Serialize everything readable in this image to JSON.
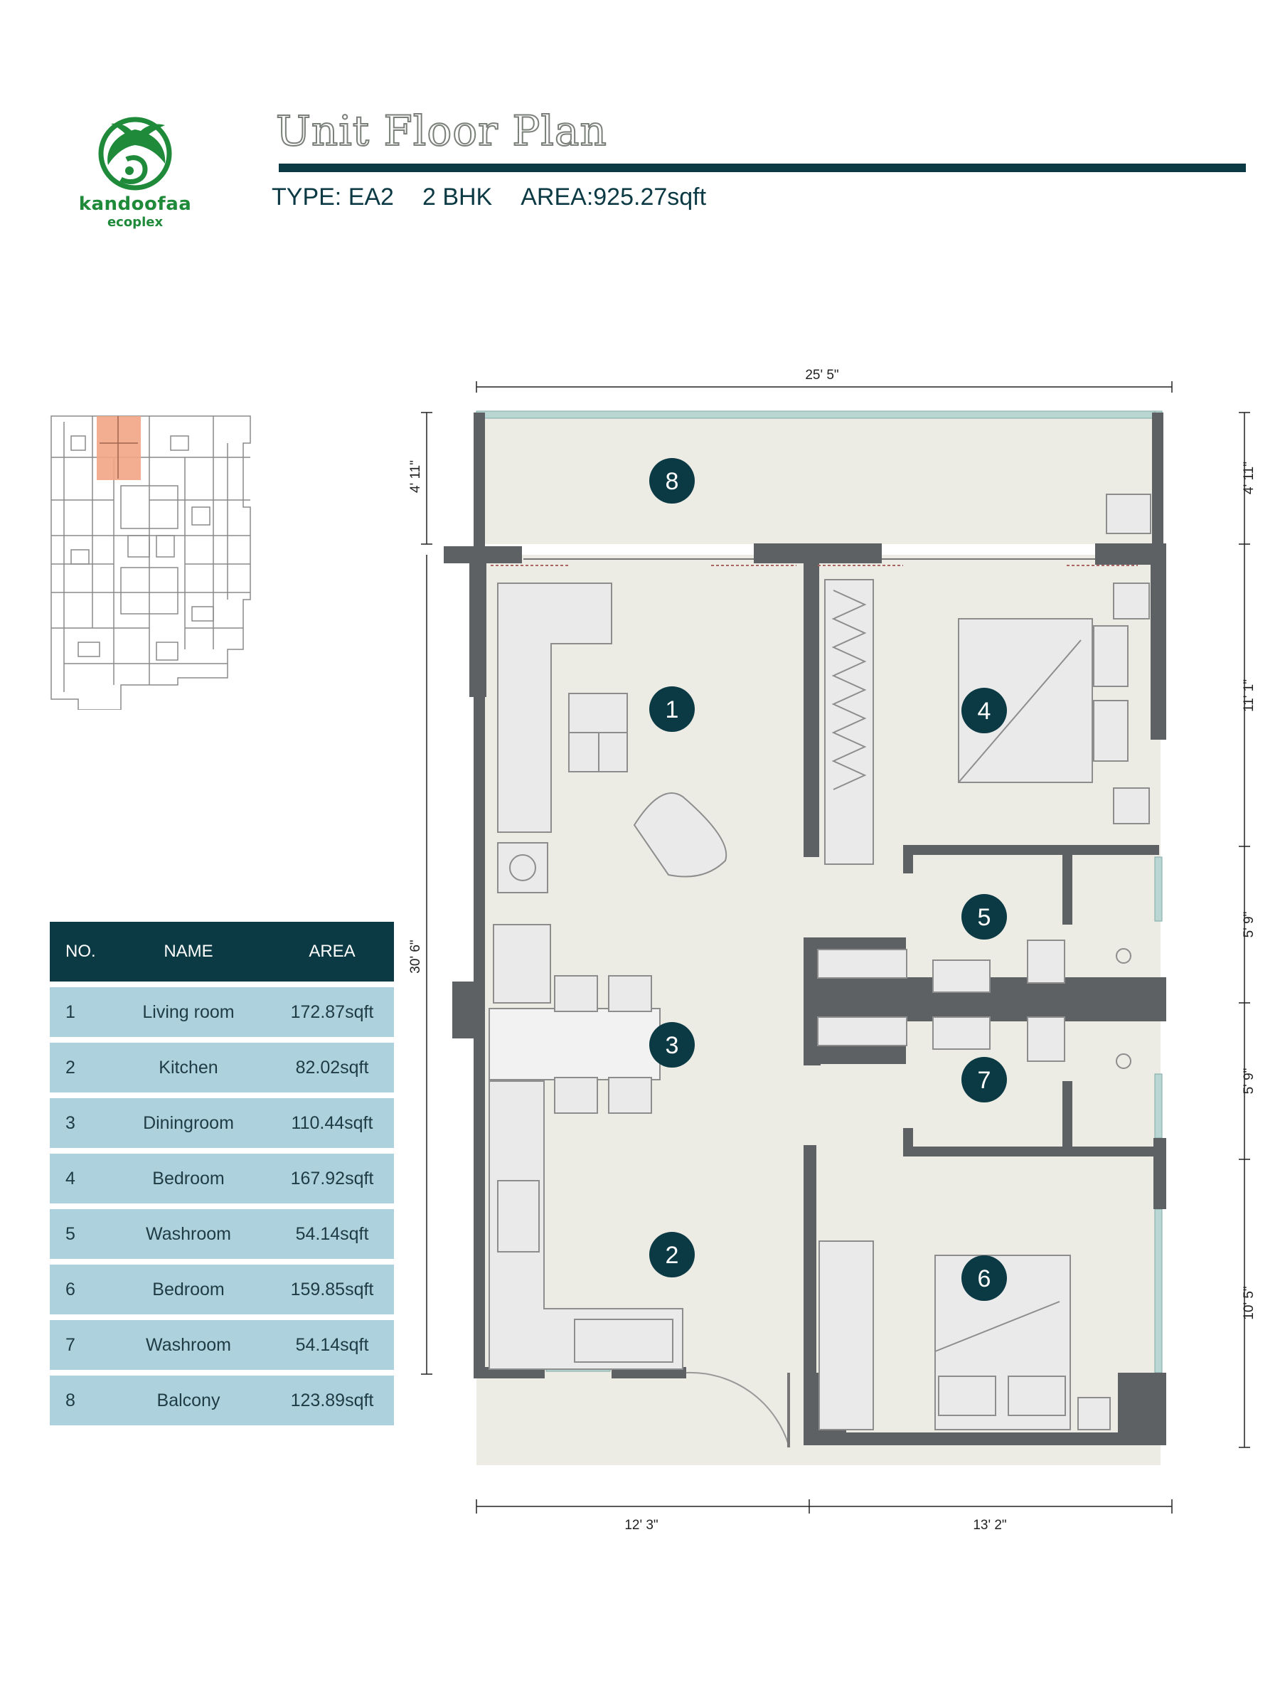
{
  "brand": {
    "name": "kandoofaa",
    "tagline": "ecoplex",
    "color": "#1e8a3a"
  },
  "header": {
    "title": "Unit Floor Plan",
    "type": "TYPE: EA2",
    "bhk": "2 BHK",
    "area": "AREA:925.27sqft"
  },
  "table": {
    "headers": [
      "NO.",
      "NAME",
      "AREA"
    ],
    "rows": [
      {
        "no": "1",
        "name": "Living room",
        "area": "172.87sqft"
      },
      {
        "no": "2",
        "name": "Kitchen",
        "area": "82.02sqft"
      },
      {
        "no": "3",
        "name": "Diningroom",
        "area": "110.44sqft"
      },
      {
        "no": "4",
        "name": "Bedroom",
        "area": "167.92sqft"
      },
      {
        "no": "5",
        "name": "Washroom",
        "area": "54.14sqft"
      },
      {
        "no": "6",
        "name": "Bedroom",
        "area": "159.85sqft"
      },
      {
        "no": "7",
        "name": "Washroom",
        "area": "54.14sqft"
      },
      {
        "no": "8",
        "name": "Balcony",
        "area": "123.89sqft"
      }
    ]
  },
  "dimensions": {
    "top": "25' 5\"",
    "left_upper": "4' 11\"",
    "left_main": "30' 6\"",
    "right_1": "4' 11\"",
    "right_2": "11' 1\"",
    "right_3": "5' 9\"",
    "right_4": "5' 9\"",
    "right_5": "10' 5\"",
    "bottom_left": "12' 3\"",
    "bottom_right": "13' 2\""
  },
  "markers": [
    "1",
    "2",
    "3",
    "4",
    "5",
    "6",
    "7",
    "8"
  ],
  "colors": {
    "dark": "#0b3a44",
    "table_row": "#add2dd",
    "wall": "#5d6163",
    "floor": "#ecebe4",
    "highlight": "#f2a585"
  }
}
